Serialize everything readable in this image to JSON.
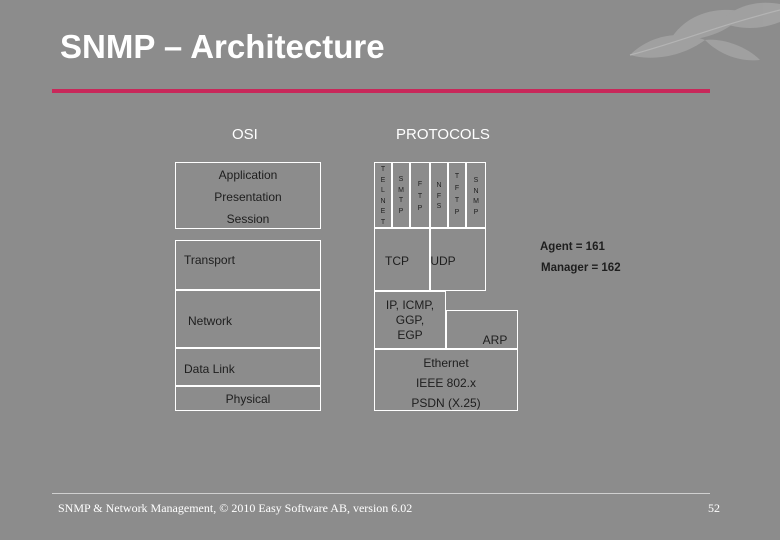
{
  "title": "SNMP – Architecture",
  "headers": {
    "osi": "OSI",
    "protocols": "PROTOCOLS"
  },
  "osi_layers": {
    "application": "Application",
    "presentation": "Presentation",
    "session": "Session",
    "transport": "Transport",
    "network": "Network",
    "data_link": "Data Link",
    "physical": "Physical"
  },
  "app_protocols": {
    "telnet": [
      "T",
      "E",
      "L",
      "N",
      "E",
      "T"
    ],
    "smtp": [
      "S",
      "M",
      "T",
      "P"
    ],
    "ftp": [
      "F",
      "T",
      "P"
    ],
    "nfs": [
      "N",
      "F",
      "S"
    ],
    "tftp": [
      "T",
      "F",
      "T",
      "P"
    ],
    "snmp": [
      "S",
      "N",
      "M",
      "P"
    ]
  },
  "transport_protocols": {
    "tcp": "TCP",
    "udp": "UDP"
  },
  "network_protocols": {
    "ip_line1": "IP, ICMP,",
    "ip_line2": "GGP,",
    "ip_line3": "EGP",
    "arp": "ARP"
  },
  "link_protocols": {
    "ethernet": "Ethernet",
    "ieee": "IEEE 802.x",
    "psdn": "PSDN (X.25)"
  },
  "ports": {
    "agent": "Agent = 161",
    "manager": "Manager = 162"
  },
  "footer": {
    "copyright": "SNMP & Network Management, © 2010 Easy Software AB, version 6.02",
    "page": "52"
  },
  "colors": {
    "accent": "#c8285a",
    "background": "#8c8c8c",
    "line": "#ffffff"
  }
}
